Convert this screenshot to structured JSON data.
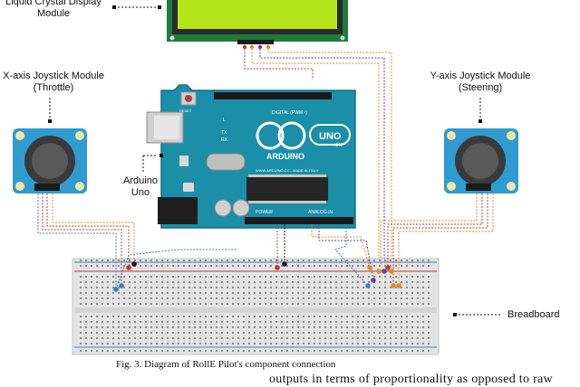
{
  "labels": {
    "lcd_line1": "Liquid Crystal Display",
    "lcd_line2": "Module",
    "x_joy_line1": "X-axis Joystick Module",
    "x_joy_line2": "(Throttle)",
    "y_joy_line1": "Y-axis Joystick Module",
    "y_joy_line2": "(Steering)",
    "arduino_line1": "Arduino",
    "arduino_line2": "Uno",
    "breadboard": "Breadboard"
  },
  "board": {
    "brand": "ARDUINO",
    "model": "UNO",
    "digital_header": "DIGITAL (PWM~)",
    "analog_header": "ANALOG IN",
    "power_header": "POWER",
    "reset": "RESET",
    "site": "WWW.ARDUINO.CC - MADE IN ITALY",
    "led_labels": [
      "L",
      "TX",
      "RX",
      "ON"
    ]
  },
  "caption": "Fig. 3. Diagram of RollE Pilot's component connection",
  "body_text": "outputs in terms of proportionality as opposed to raw",
  "colors": {
    "lcd_screen": "#b5e61d",
    "lcd_frame": "#1e7b3c",
    "arduino_board": "#1b8ea8",
    "joystick_board": "#2f9bd0",
    "breadboard": "#e4e4e4",
    "wire_red": "#c0392b",
    "wire_orange": "#e08a2a",
    "wire_blue": "#3d7fb8",
    "wire_purple": "#6a3d9a"
  }
}
